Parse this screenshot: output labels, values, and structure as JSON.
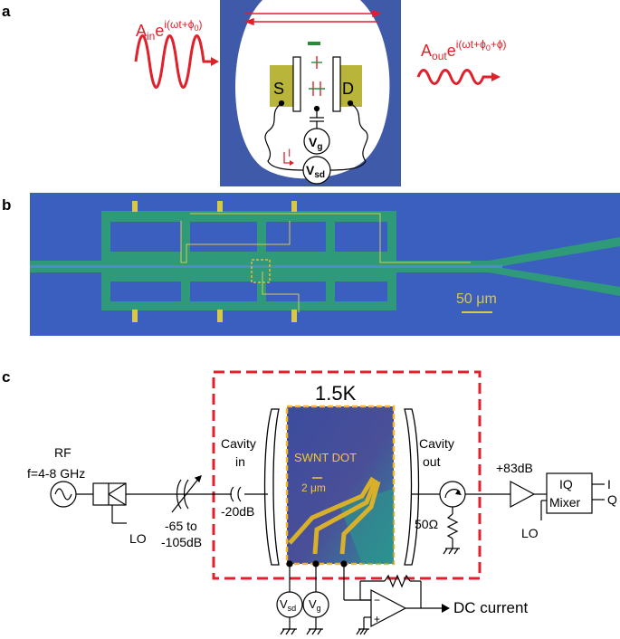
{
  "figure": {
    "panel_labels": [
      "a",
      "b",
      "c"
    ],
    "panel_a": {
      "input_wave_label": "A",
      "input_wave_sub": "in",
      "input_wave_exp": "e",
      "input_wave_exp_sup": "i(ωt+ϕ",
      "input_wave_exp_sup_sub": "0",
      "input_wave_exp_close": ")",
      "output_wave_label": "A",
      "output_wave_sub": "out",
      "output_wave_exp": "e",
      "output_wave_exp_sup": "i(ωt+ϕ",
      "output_wave_exp_sup_sub": "0",
      "output_wave_exp_close": "+ϕ)",
      "source_label": "S",
      "drain_label": "D",
      "gate_label": "V",
      "gate_sub": "g",
      "sd_label": "V",
      "sd_sub": "sd",
      "current_label": "I",
      "colors": {
        "substrate": "#3f5aa8",
        "contact": "#b9b53a",
        "wave": "#e0202a"
      }
    },
    "panel_b": {
      "scale_bar_label": "50 μm",
      "colors": {
        "background": "#3a5fbf",
        "metal": "#2f9a7a",
        "gate": "#d8c84a"
      }
    },
    "panel_c": {
      "temperature_label": "1.5K",
      "rf_label": "RF",
      "freq_label": "f=4-8 GHz",
      "lo_left": "LO",
      "attenuator_label_1": "-65 to",
      "attenuator_label_2": "-105dB",
      "coupler_label": "-20dB",
      "cavity_in_1": "Cavity",
      "cavity_in_2": "in",
      "cavity_out_1": "Cavity",
      "cavity_out_2": "out",
      "swnt_label": "SWNT DOT",
      "micro_scale_label": "2 μm",
      "termination_label": "50Ω",
      "amp_gain": "+83dB",
      "iq_label_1": "IQ",
      "iq_label_2": "Mixer",
      "i_label": "I",
      "q_label": "Q",
      "lo_right": "LO",
      "vsd_label": "V",
      "vsd_sub": "sd",
      "vg_label": "V",
      "vg_sub": "g",
      "dc_label": "DC current",
      "colors": {
        "dash_box": "#e0202a",
        "chip_border": "#f5b52a"
      }
    }
  }
}
